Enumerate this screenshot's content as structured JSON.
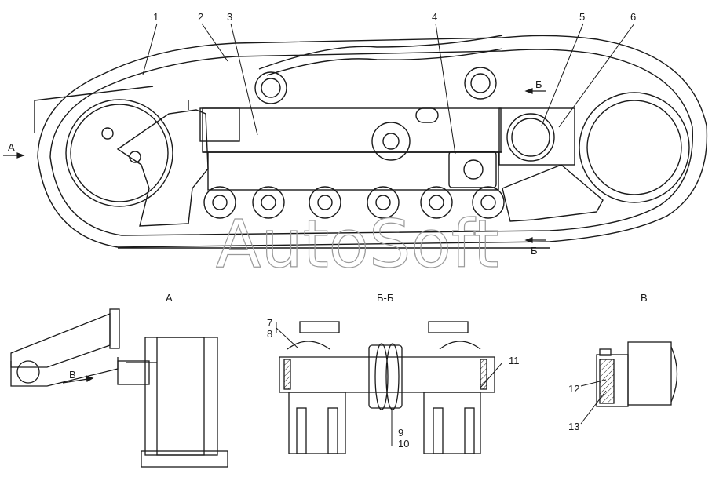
{
  "callouts": {
    "n1": "1",
    "n2": "2",
    "n3": "3",
    "n4": "4",
    "n5": "5",
    "n6": "6",
    "n7": "7",
    "n8": "8",
    "n9": "9",
    "n10": "10",
    "n11": "11",
    "n12": "12",
    "n13": "13"
  },
  "arrows": {
    "view_a": "А",
    "section_b_top": "Б",
    "section_b_bottom": "Б",
    "view_v": "В"
  },
  "views": {
    "a_title": "А",
    "bb_title": "Б-Б",
    "v_title": "В"
  },
  "watermark": "AutoSoft",
  "colors": {
    "line": "#1a1a1a",
    "hatch": "#333333",
    "watermark_stroke": "#9a9a9a"
  }
}
